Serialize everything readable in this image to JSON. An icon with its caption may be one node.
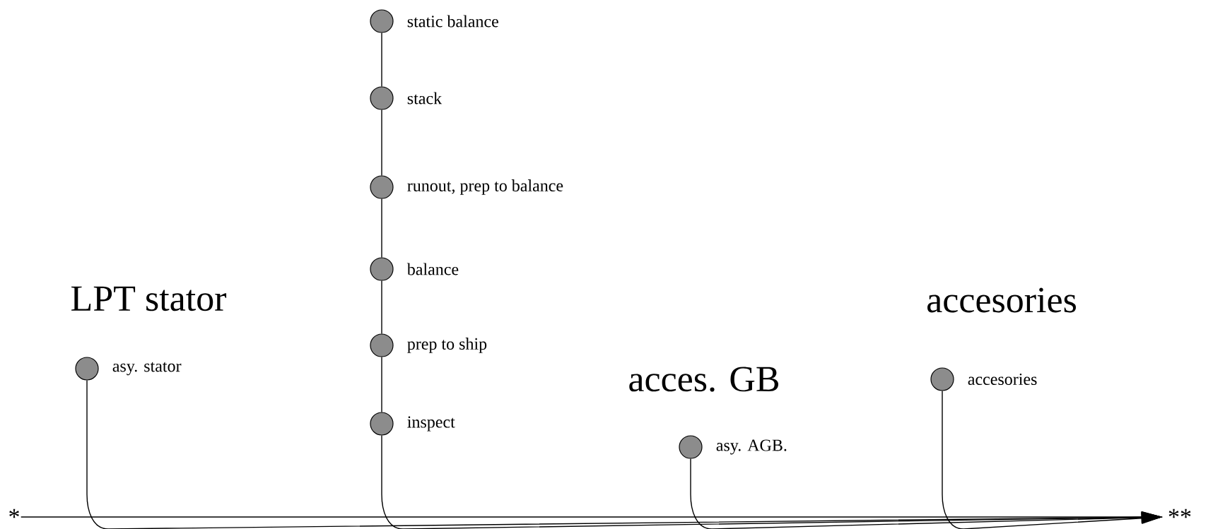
{
  "diagram": {
    "nodes": [
      {
        "text": [
          "*"
        ]
      },
      {
        "text": [],
        "shape": "circle",
        "beside": [
          "asy. stator"
        ]
      },
      {
        "text": [],
        "shape": "circle",
        "beside": [
          "static balance"
        ]
      },
      {
        "text": [],
        "shape": "circle",
        "beside": [
          "stack"
        ]
      },
      {
        "text": [],
        "shape": "circle",
        "beside": [
          "runout, prep to balance"
        ]
      },
      {
        "text": [],
        "shape": "circle",
        "beside": [
          "balance"
        ]
      },
      {
        "text": [],
        "shape": "circle",
        "beside": [
          "prep to ship"
        ]
      },
      {
        "text": [],
        "shape": "circle",
        "beside": [
          "inspect"
        ]
      },
      {
        "text": [],
        "shape": "circle",
        "beside": [
          "asy. AGB."
        ]
      },
      {
        "text": [],
        "shape": "circle",
        "beside": [
          "accesories"
        ]
      },
      {
        "text": [
          "**"
        ]
      }
    ],
    "edges": [
      {
        "from": 0,
        "to": 10,
        "arrow": "to"
      },
      {
        "from": 1,
        "to": 10,
        "arrow": "to"
      },
      {
        "from": 2,
        "to": 3,
        "arrow": "none"
      },
      {
        "from": 3,
        "to": 4,
        "arrow": "none"
      },
      {
        "from": 4,
        "to": 5,
        "arrow": "none"
      },
      {
        "from": 5,
        "to": 6,
        "arrow": "none"
      },
      {
        "from": 6,
        "to": 7,
        "arrow": "none"
      },
      {
        "from": 7,
        "to": 10,
        "arrow": "to"
      },
      {
        "from": 8,
        "to": 10,
        "arrow": "to"
      },
      {
        "from": 9,
        "to": 10,
        "arrow": "to"
      }
    ],
    "labels": [
      "LPT stator",
      "accesories",
      "acces. GB"
    ]
  }
}
